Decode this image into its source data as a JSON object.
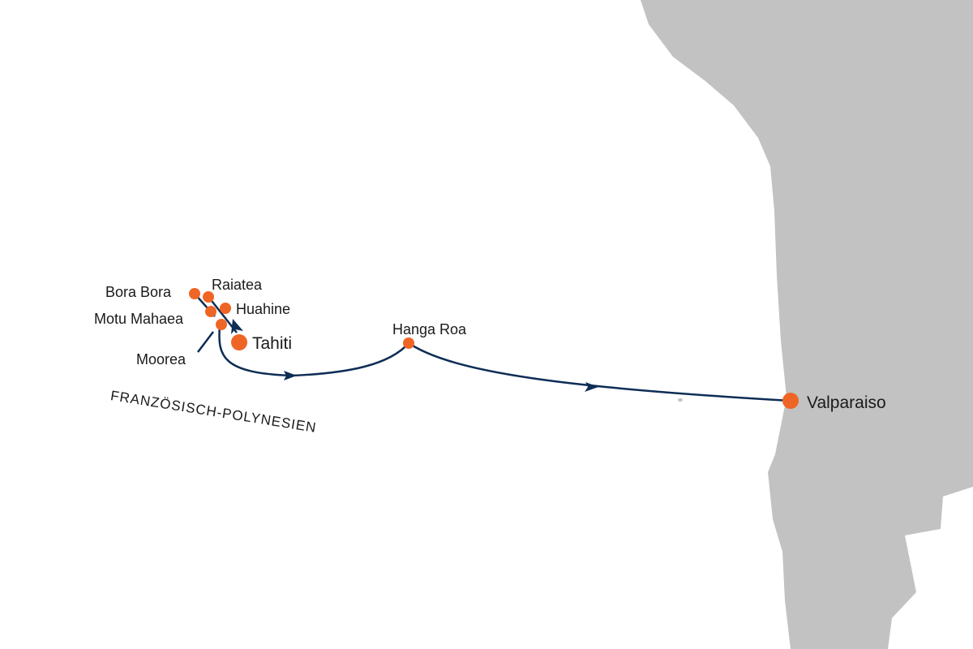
{
  "colors": {
    "land": "#c2c2c2",
    "route": "#0d2d55",
    "port": "#ef6526",
    "sea": "#ffffff"
  },
  "region_label": "FRANZÖSISCH-POLYNESIEN",
  "ports": [
    {
      "name": "Bora Bora"
    },
    {
      "name": "Raiatea"
    },
    {
      "name": "Huahine"
    },
    {
      "name": "Motu Mahaea"
    },
    {
      "name": "Moorea"
    },
    {
      "name": "Tahiti"
    },
    {
      "name": "Hanga Roa"
    },
    {
      "name": "Valparaiso"
    }
  ]
}
